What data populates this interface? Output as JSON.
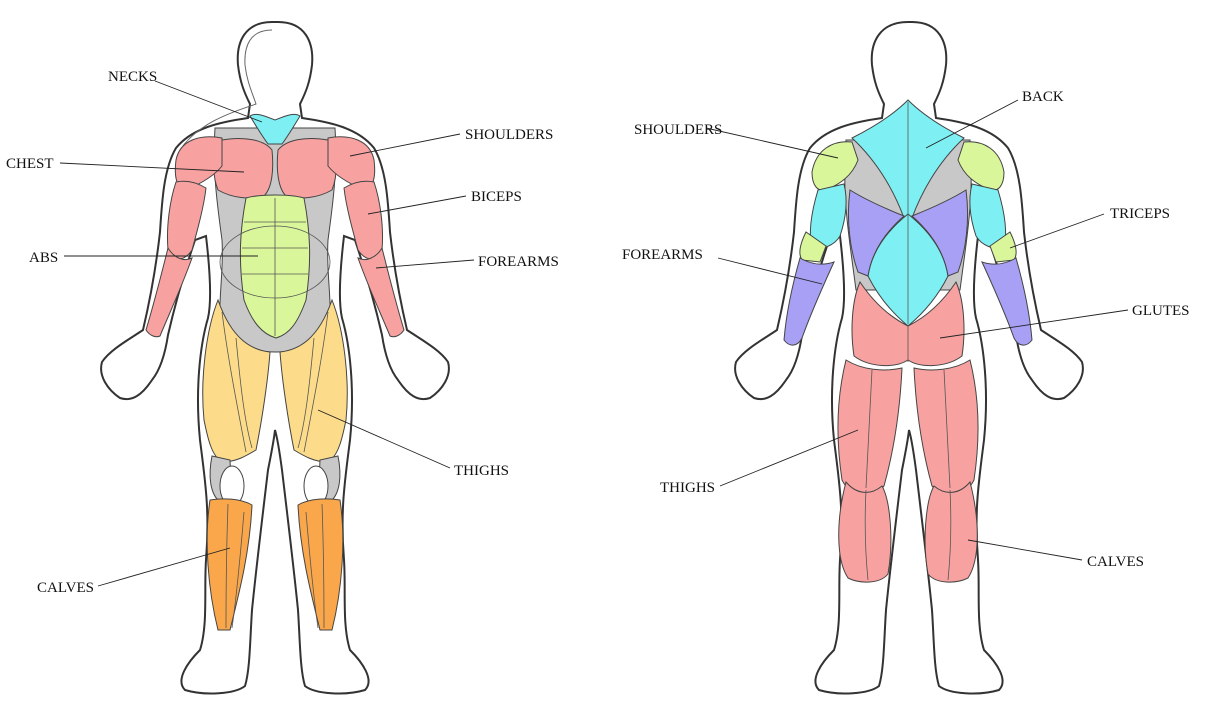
{
  "colors": {
    "neck": "#7ef0f4",
    "chest": "#f7a2a0",
    "shoulders_front": "#f7a2a0",
    "biceps": "#f7a2a0",
    "forearms_front": "#f7a2a0",
    "abs": "#d9f79a",
    "torso_gray": "#c8c8c8",
    "thighs_front": "#fcdc8a",
    "calves_front": "#f9a74a",
    "back": "#7ef0f4",
    "shoulders_back": "#d9f79a",
    "triceps": "#7ef0f4",
    "forearms_back": "#a7a0f4",
    "lats": "#a7a0f4",
    "glutes": "#f7a2a0",
    "thighs_back": "#f7a2a0",
    "calves_back": "#f7a2a0"
  },
  "front": {
    "labels": {
      "necks": "NECKS",
      "chest": "CHEST",
      "abs": "ABS",
      "calves": "CALVES",
      "shoulders": "SHOULDERS",
      "biceps": "BICEPS",
      "forearms": "FOREARMS",
      "thighs": "THIGHS"
    }
  },
  "back": {
    "labels": {
      "shoulders": "SHOULDERS",
      "forearms": "FOREARMS",
      "thighs": "THIGHS",
      "back": "BACK",
      "triceps": "TRICEPS",
      "glutes": "GLUTES",
      "calves": "CALVES"
    }
  }
}
